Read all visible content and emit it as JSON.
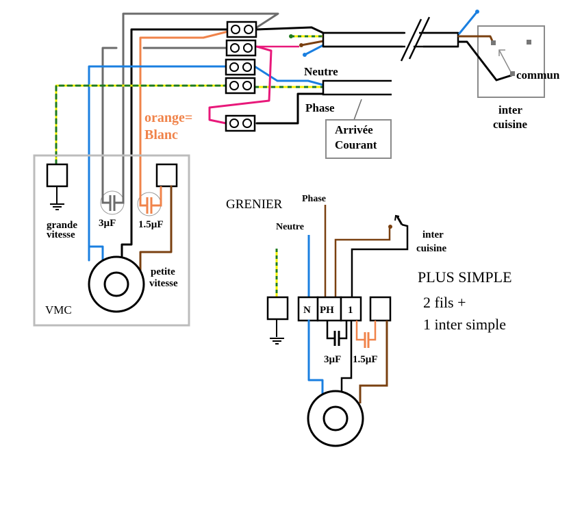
{
  "colors": {
    "black": "#000000",
    "grey": "#6b6b6b",
    "light_grey": "#b8b8b8",
    "blue": "#1a7fe0",
    "orange": "#f0834a",
    "pink": "#e8187a",
    "brown": "#7a4010",
    "earth_yellow": "#f5f000",
    "earth_green": "#1e7a1e"
  },
  "top_diagram": {
    "label_orange_line1": "orange=",
    "label_orange_line2": "Blanc",
    "label_neutre": "Neutre",
    "label_phase": "Phase",
    "arrivee_line1": "Arrivée",
    "arrivee_line2": "Courant",
    "inter_label_line1": "inter",
    "inter_label_line2": "cuisine",
    "commun_label": "commun"
  },
  "vmc_box": {
    "title": "VMC",
    "grande_line1": "grande",
    "grande_line2": "vitesse",
    "petite_line1": "petite",
    "petite_line2": "vitesse",
    "cap1_label": "3µF",
    "cap2_label": "1.5µF"
  },
  "bottom_diagram": {
    "grenier_label": "GRENIER",
    "phase_label": "Phase",
    "neutre_label": "Neutre",
    "inter_line1": "inter",
    "inter_line2": "cuisine",
    "terminals": [
      "N",
      "PH",
      "1"
    ],
    "cap1_label": "3µF",
    "cap2_label": "1.5µF",
    "title": "PLUS SIMPLE",
    "note_line1": "2 fils +",
    "note_line2": "1 inter simple"
  }
}
